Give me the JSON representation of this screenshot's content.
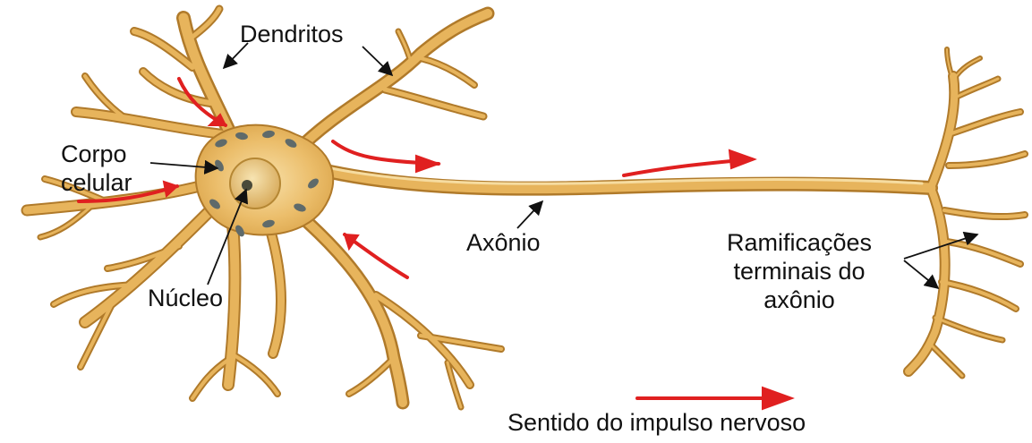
{
  "labels": {
    "dendritos": "Dendritos",
    "corpo_celular_line1": "Corpo",
    "corpo_celular_line2": "celular",
    "nucleo": "Núcleo",
    "axonio": "Axônio",
    "ramificacoes_line1": "Ramificações",
    "ramificacoes_line2": "terminais do",
    "ramificacoes_line3": "axônio",
    "legend": "Sentido do impulso nervoso"
  },
  "colors": {
    "neuron_fill": "#e7b45c",
    "neuron_highlight": "#f6dca0",
    "neuron_outline": "#b07a2a",
    "organelle": "#5f6a6a",
    "nucleus": "#efd595",
    "arrow_red": "#e02020",
    "pointer": "#111111"
  }
}
